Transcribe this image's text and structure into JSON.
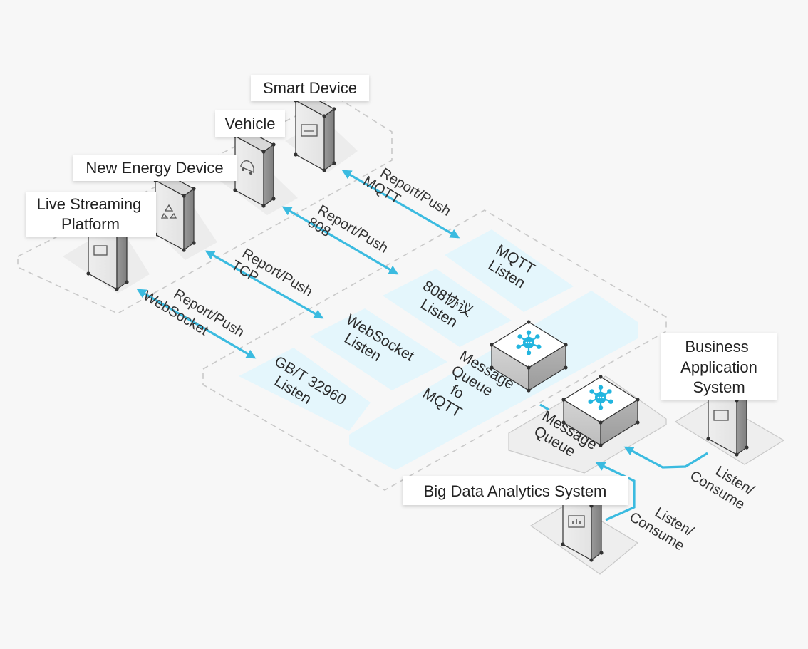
{
  "labels": {
    "smart_device": "Smart Device",
    "vehicle": "Vehicle",
    "new_energy_device": "New Energy Device",
    "live_streaming_line1": "Live Streaming",
    "live_streaming_line2": "Platform",
    "business_line1": "Business",
    "business_line2": "Application",
    "business_line3": "System",
    "big_data": "Big Data Analytics System"
  },
  "links": {
    "mqtt_line1": "Report/Push",
    "mqtt_line2": "MQTT",
    "p808_line1": "Report/Push",
    "p808_line2": "808",
    "tcp_line1": "Report/Push",
    "tcp_line2": "TCP",
    "ws_line1": "Report/Push",
    "ws_line2": "WebSocket",
    "consume_business_line1": "Listen/",
    "consume_business_line2": "Consume",
    "consume_bigdata_line1": "Listen/",
    "consume_bigdata_line2": "Consume"
  },
  "zones": {
    "mqtt_line1": "MQTT",
    "mqtt_line2": "Listen",
    "p808_line1": "808协议",
    "p808_line2": "Listen",
    "ws_line1": "WebSocket",
    "ws_line2": "Listen",
    "gbt_line1": "GB/T 32960",
    "gbt_line2": "Listen",
    "mq_mqtt_line1": "Message",
    "mq_mqtt_line2": "Queue",
    "mq_mqtt_line3": "fo",
    "mq_mqtt_line4": "MQTT",
    "mq_line1": "Message",
    "mq_line2": "Queue"
  },
  "icons": {
    "device": "server-cabinet-icon",
    "hub": "network-hub-icon"
  },
  "colors": {
    "accent": "#3bbbe0",
    "zone_fill": "#e4f6fc",
    "background": "#f7f7f7"
  }
}
